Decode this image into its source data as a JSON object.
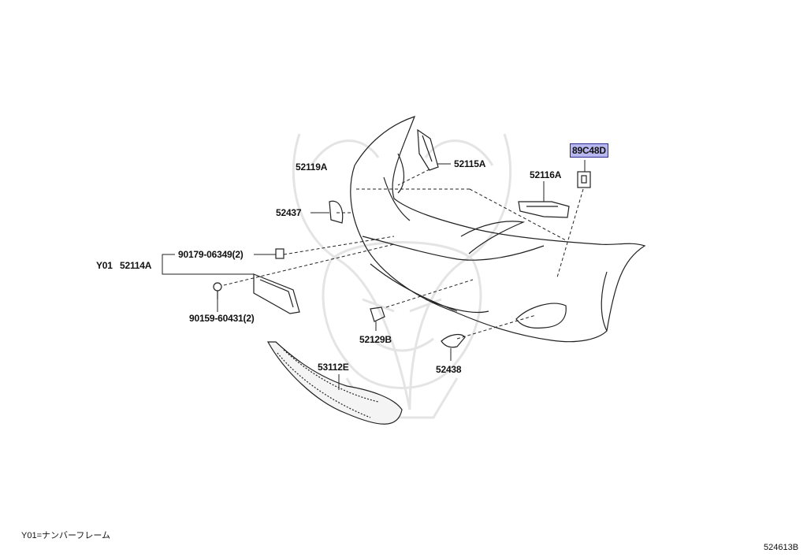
{
  "labels": {
    "p52119A": "52119A",
    "p52115A": "52115A",
    "p52116A": "52116A",
    "p89C48D": "89C48D",
    "p52437": "52437",
    "p52114A_prefix": "Y01",
    "p52114A": "52114A",
    "p90179": "90179-06349(2)",
    "p90159": "90159-60431(2)",
    "p52129B": "52129B",
    "p52438": "52438",
    "p53112E": "53112E"
  },
  "footnote": "Y01=ナンバーフレーム",
  "diagram_code": "524613B",
  "colors": {
    "line": "#222222",
    "highlight_fill": "#b8b7ef",
    "highlight_border": "#2c2b8f",
    "watermark": "#e6e6e6"
  }
}
